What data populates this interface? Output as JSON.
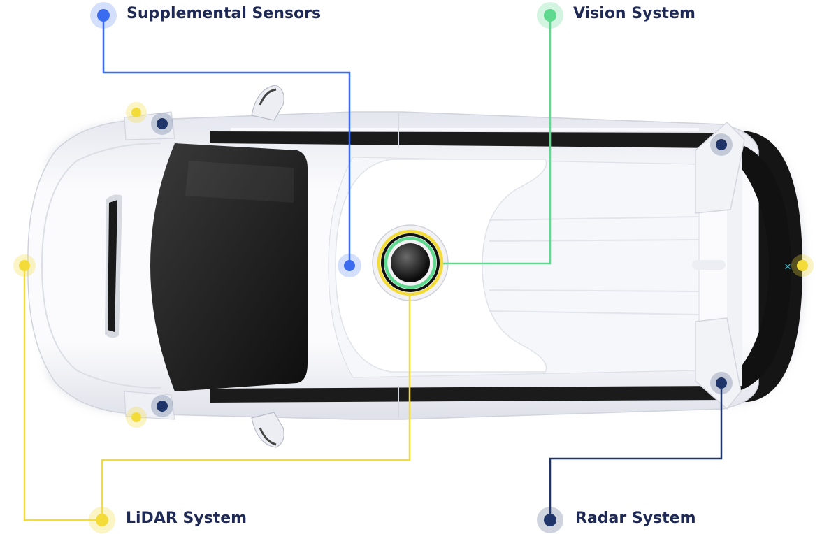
{
  "labels": {
    "supplemental_sensors": "Supplemental Sensors",
    "vision_system": "Vision System",
    "lidar_system": "LiDAR System",
    "radar_system": "Radar System"
  },
  "colors": {
    "supplemental_sensors": "#3b6cf0",
    "vision_system": "#5fd98e",
    "lidar_system": "#f3dc3a",
    "radar_system": "#1f3569",
    "label_text": "#1e2a55",
    "car_body": "#f3f4f8",
    "glass": "#1b1b1b"
  },
  "icons": {
    "vehicle": "autonomous-minivan-top-view",
    "sensor_marker": "dot-with-halo"
  }
}
